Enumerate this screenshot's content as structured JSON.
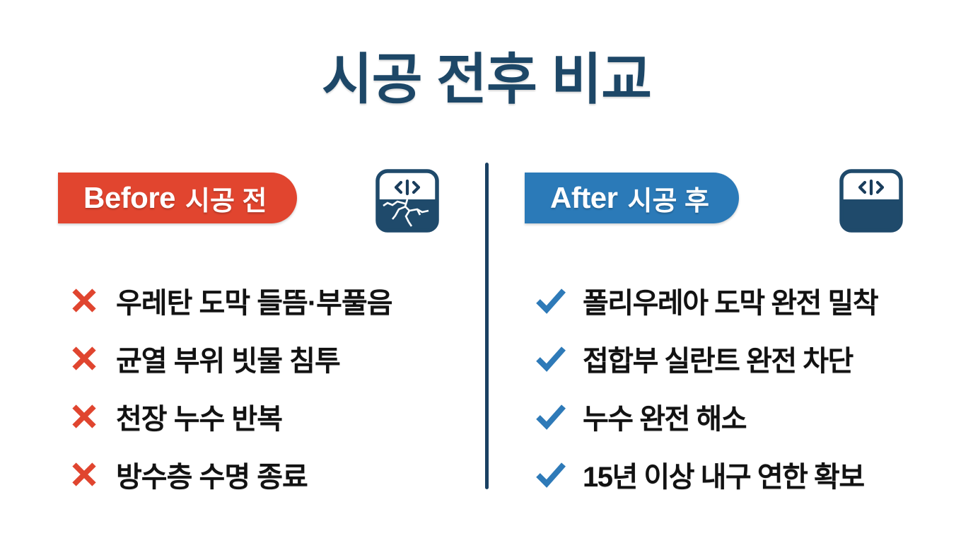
{
  "page": {
    "title": "시공 전후 비교",
    "background_color": "#ffffff"
  },
  "colors": {
    "title_navy": "#1d4767",
    "before_red": "#e1452f",
    "after_blue": "#2b7ab8",
    "divider_navy": "#1a4163",
    "cross_red": "#e0452f",
    "check_blue": "#2e7ab8",
    "icon_navy": "#1f4a6b",
    "item_text": "#121212"
  },
  "divider": {
    "orientation": "vertical"
  },
  "columns": {
    "before": {
      "badge": {
        "english": "Before",
        "korean": "시공 전",
        "color": "#e1452f"
      },
      "icon": {
        "name": "cracked-waterproofing-tile-icon",
        "glyph": "</>",
        "state": "cracked"
      },
      "mark": {
        "name": "cross-icon",
        "symbol": "✕",
        "color": "#e0452f"
      },
      "items": [
        "우레탄 도막 들뜸·부풀음",
        "균열 부위 빗물 침투",
        "천장 누수 반복",
        "방수층 수명 종료"
      ]
    },
    "after": {
      "badge": {
        "english": "After",
        "korean": "시공 후",
        "color": "#2b7ab8"
      },
      "icon": {
        "name": "sealed-waterproofing-tile-icon",
        "glyph": "</>",
        "state": "intact"
      },
      "mark": {
        "name": "check-icon",
        "symbol": "✓",
        "color": "#2e7ab8"
      },
      "items": [
        "폴리우레아 도막 완전 밀착",
        "접합부 실란트 완전 차단",
        "누수 완전 해소",
        "15년 이상 내구 연한 확보"
      ]
    }
  }
}
